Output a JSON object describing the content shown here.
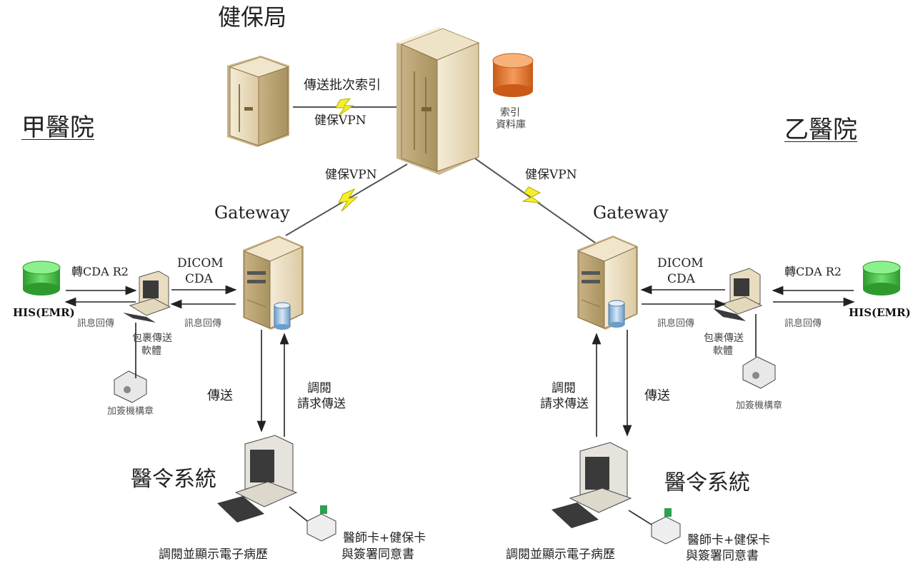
{
  "title": "健保局",
  "hospital_a": "甲醫院",
  "hospital_b": "乙醫院",
  "center": {
    "batch_index": "傳送批次索引",
    "vpn_top": "健保VPN",
    "index_db": [
      "索引",
      "資料庫"
    ],
    "vpn_left": "健保VPN",
    "vpn_right": "健保VPN"
  },
  "left": {
    "gateway": "Gateway",
    "his": "HIS(EMR)",
    "to_cda": "轉CDA R2",
    "dicom": "DICOM",
    "cda": "CDA",
    "msg_back_1": "訊息回傳",
    "msg_back_2": "訊息回傳",
    "pkg_software": [
      "包裹傳送",
      "軟體"
    ],
    "sign_seal": "加簽機構章",
    "send": "傳送",
    "retrieve": [
      "調閱",
      "請求傳送"
    ],
    "order_system": "醫令系統",
    "view_emr": "調閱並顯示電子病歷",
    "card": [
      "醫師卡+健保卡",
      "與簽署同意書"
    ]
  },
  "right": {
    "gateway": "Gateway",
    "his": "HIS(EMR)",
    "to_cda": "轉CDA R2",
    "dicom": "DICOM",
    "cda": "CDA",
    "msg_back_1": "訊息回傳",
    "msg_back_2": "訊息回傳",
    "pkg_software": [
      "包裹傳送",
      "軟體"
    ],
    "sign_seal": "加簽機構章",
    "send": "傳送",
    "retrieve": [
      "調閱",
      "請求傳送"
    ],
    "order_system": "醫令系統",
    "view_emr": "調閱並顯示電子病歷",
    "card": [
      "醫師卡+健保卡",
      "與簽署同意書"
    ]
  },
  "colors": {
    "server_body": "#e9dcc0",
    "server_side": "#cdb88e",
    "db_orange": "#e8742a",
    "db_green": "#3fbf3f",
    "db_blue": "#9fc3e8",
    "lightning": "#f4ef2a"
  }
}
